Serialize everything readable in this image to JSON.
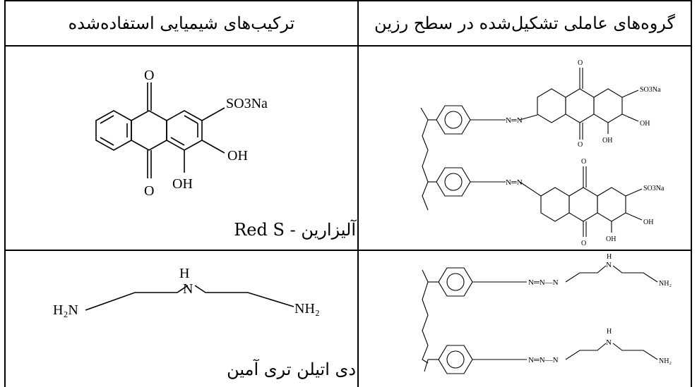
{
  "table": {
    "headers": {
      "right": "گروه‌های عاملی تشکیل‌شده در سطح رزین",
      "left": "ترکیب‌های شیمیایی استفاده‌شده"
    },
    "rows": [
      {
        "compound_name": "آلیزارین - Red S",
        "compound_labels": {
          "o_top": "O",
          "o_bottom": "O",
          "so3na": "SO3Na",
          "oh_right": "OH",
          "oh_bottom": "OH"
        },
        "resin_labels": {
          "unit1": {
            "o_top": "O",
            "o_bottom": "O",
            "so3na": "SO3Na",
            "oh_right": "OH",
            "oh_bottom": "OH"
          },
          "unit2": {
            "o_top": "O",
            "o_bottom": "O",
            "so3na": "SO3Na",
            "oh_right": "OH",
            "oh_bottom": "OH"
          },
          "azo": "N═N"
        }
      },
      {
        "compound_name": "دی اتیلن تری آمین",
        "compound_labels": {
          "h": "H",
          "n": "N",
          "h2n": "H₂N",
          "nh2": "NH₂"
        },
        "resin_labels": {
          "unit1": {
            "azo": "N═N—N",
            "h": "H",
            "n": "N",
            "nh2": "NH₂"
          },
          "unit2": {
            "azo": "N═N—N",
            "h": "H",
            "n": "N",
            "nh2": "NH₂"
          }
        }
      }
    ]
  }
}
